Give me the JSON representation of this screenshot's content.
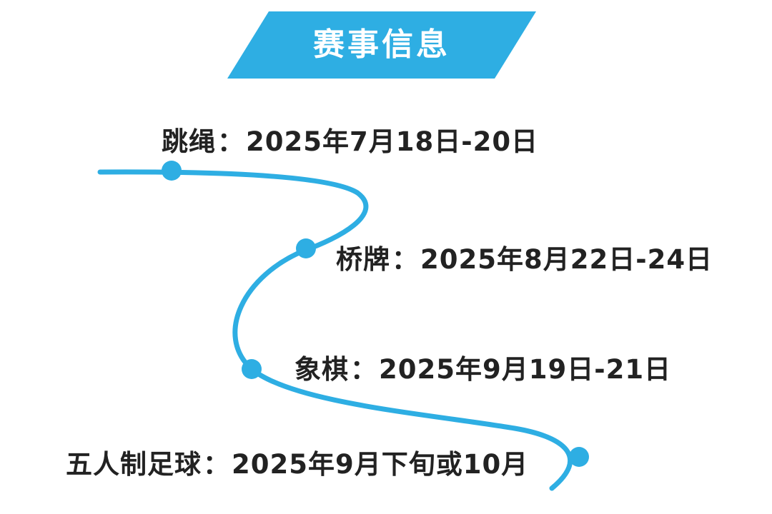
{
  "banner": {
    "title": "赛事信息",
    "color": "#2eaee3"
  },
  "route": {
    "color": "#2eaee3"
  },
  "events": [
    {
      "name": "跳绳",
      "separator": "：",
      "date": "2025年7月18日-20日"
    },
    {
      "name": "桥牌",
      "separator": "：",
      "date": "2025年8月22日-24日"
    },
    {
      "name": "象棋",
      "separator": "：",
      "date": "2025年9月19日-21日"
    },
    {
      "name": "五人制足球",
      "separator": "：",
      "date": "2025年9月下旬或10月"
    }
  ]
}
